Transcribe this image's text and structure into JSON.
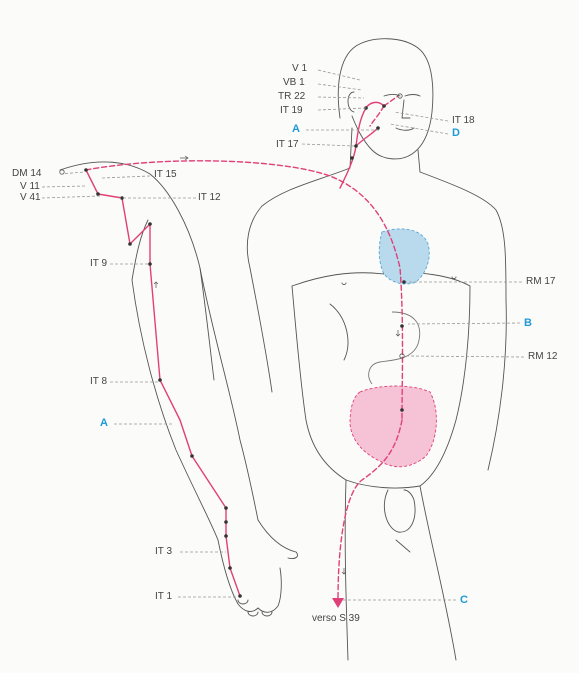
{
  "diagram": {
    "colors": {
      "meridian": "#e0407a",
      "outline": "#555555",
      "leader": "#999999",
      "blue_label": "#1f9ad6",
      "heart_fill": "#b9d9ec",
      "intestine_fill": "#f6c3d6"
    },
    "labels": {
      "v1": "V 1",
      "vb1": "VB 1",
      "tr22": "TR 22",
      "it19": "IT 19",
      "it18": "IT 18",
      "a_head": "A",
      "d_head": "D",
      "it17": "IT 17",
      "dm14": "DM 14",
      "it15": "IT 15",
      "v11": "V 11",
      "v41": "V 41",
      "it12": "IT 12",
      "it9": "IT 9",
      "rm17": "RM 17",
      "b": "B",
      "rm12": "RM 12",
      "it8": "IT 8",
      "a_arm": "A",
      "it3": "IT 3",
      "it1": "IT 1",
      "c": "C",
      "verso": "verso S 39"
    }
  }
}
